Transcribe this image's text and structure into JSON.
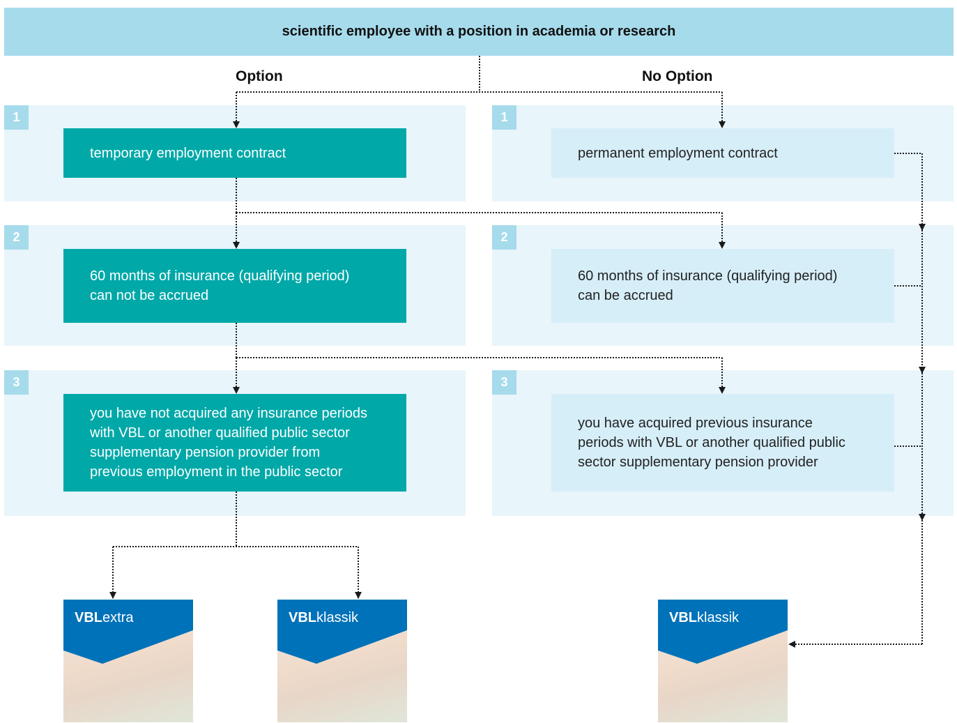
{
  "header": {
    "title": "scientific employee with a position in academia or research"
  },
  "columns": {
    "left_label": "Option",
    "right_label": "No Option"
  },
  "rows": [
    {
      "number": "1",
      "left_text": [
        "temporary employment contract"
      ],
      "right_text": [
        "permanent employment contract"
      ]
    },
    {
      "number": "2",
      "left_text": [
        "60 months of insurance (qualifying period)",
        "can not be accrued"
      ],
      "right_text": [
        "60 months of insurance (qualifying period)",
        "can be accrued"
      ]
    },
    {
      "number": "3",
      "left_text": [
        "you have not acquired any insurance periods",
        "with VBL or another qualified public sector",
        "supplementary pension provider from",
        "previous employment in the public sector"
      ],
      "right_text": [
        "you have acquired previous insurance",
        "periods with VBL or another qualified public",
        "sector supplementary pension provider"
      ]
    }
  ],
  "cards": [
    {
      "brand": "VBL",
      "product": "extra"
    },
    {
      "brand": "VBL",
      "product": "klassik"
    },
    {
      "brand": "VBL",
      "product": "klassik"
    }
  ],
  "colors": {
    "header_bg": "#a6dbec",
    "band_bg": "#e8f5fb",
    "option_box": "#00a8a8",
    "no_option_box": "#d6eef8",
    "card_blue": "#0072b9"
  }
}
